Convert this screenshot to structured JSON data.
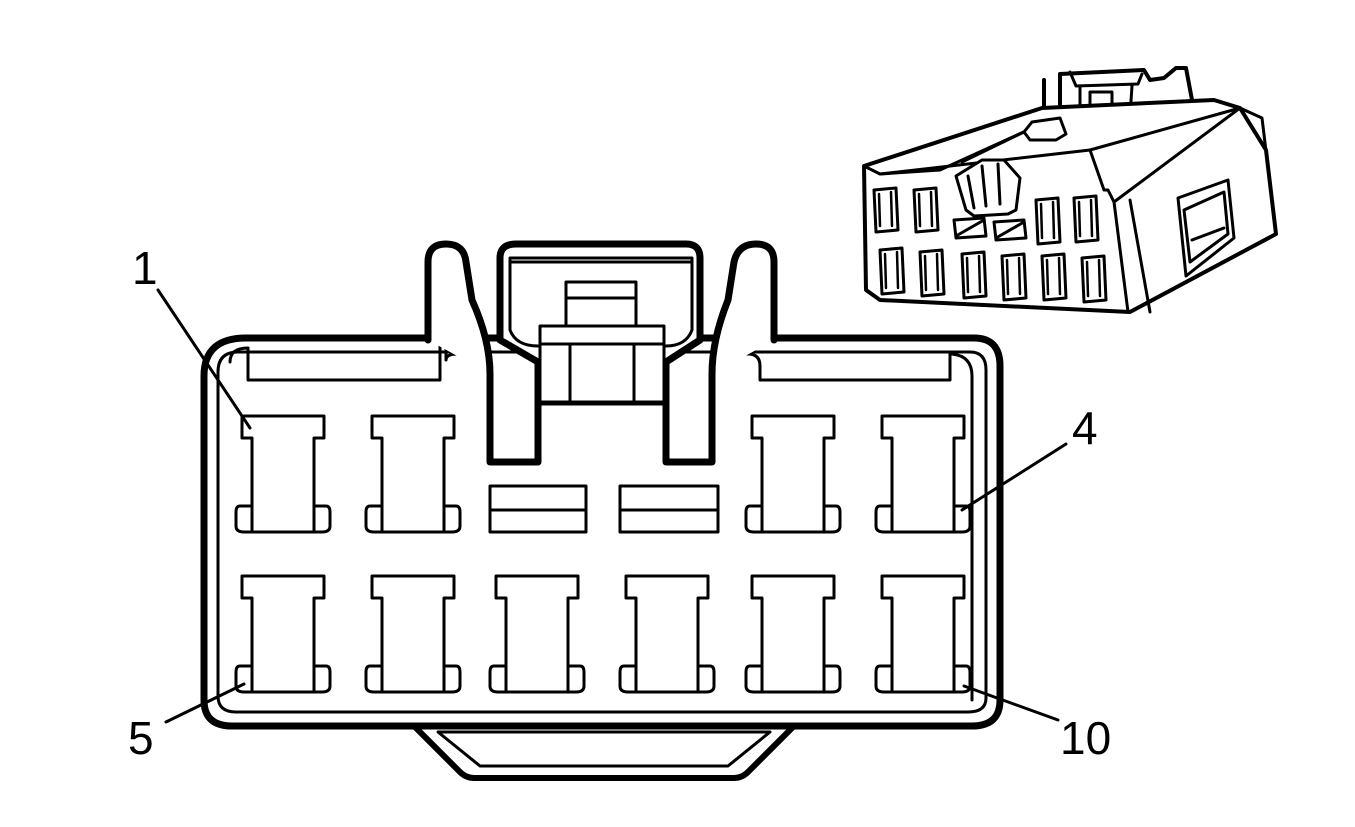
{
  "diagram": {
    "pin_labels": {
      "pin_1": "1",
      "pin_4": "4",
      "pin_5": "5",
      "pin_10": "10"
    },
    "line_color": "#000000",
    "background_color": "#ffffff"
  }
}
